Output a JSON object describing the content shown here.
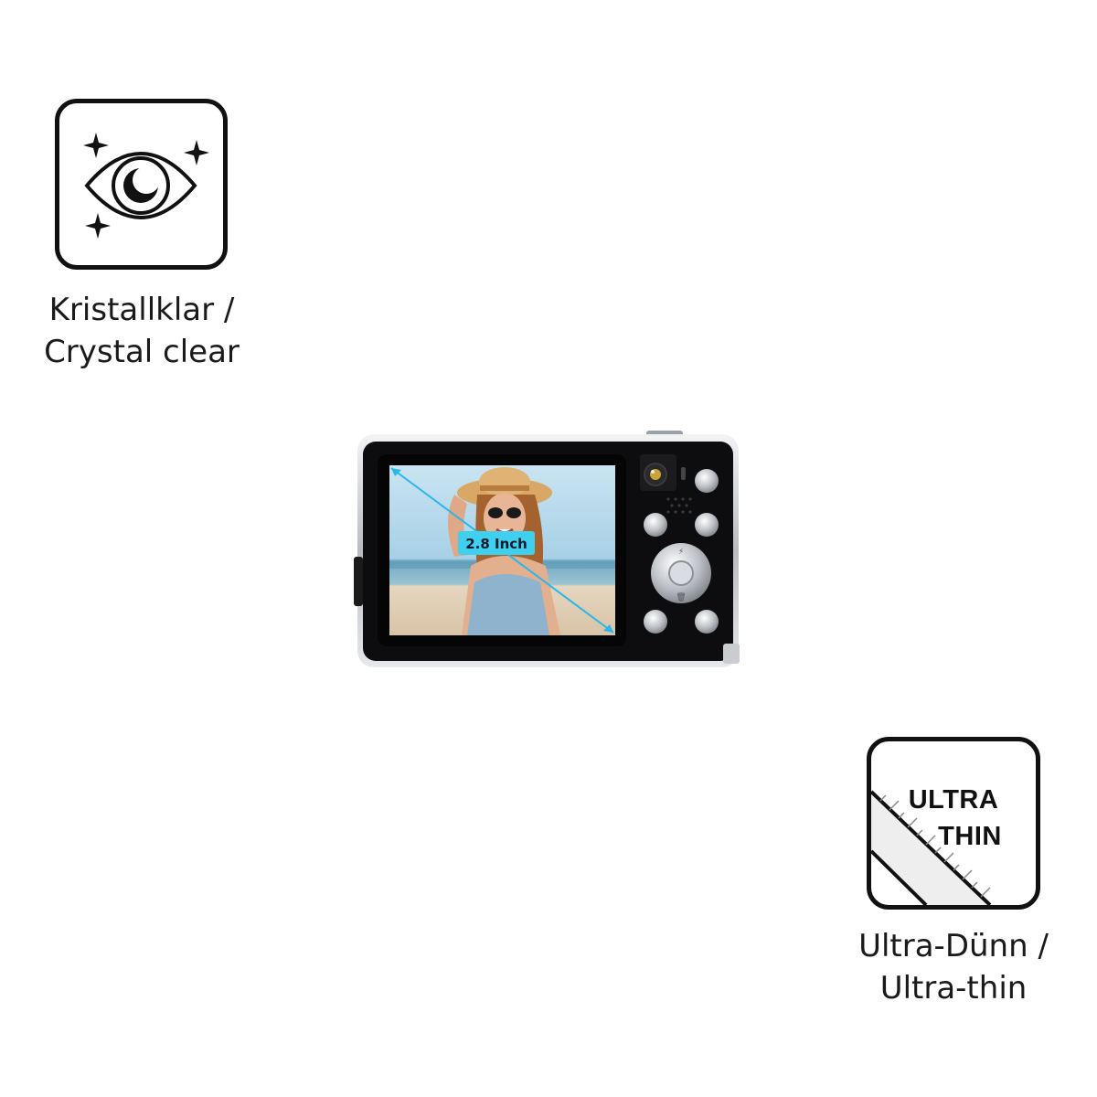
{
  "features": {
    "clear": {
      "icon": "sparkle-eye-icon",
      "caption_line1": "Kristallklar /",
      "caption_line2": "Crystal clear"
    },
    "thin": {
      "icon": "ruler-edge-icon",
      "badge_line1": "ULTRA",
      "badge_line2": "THIN",
      "caption_line1": "Ultra-Dünn /",
      "caption_line2": "Ultra-thin"
    }
  },
  "camera": {
    "screen_size_label": "2.8 Inch",
    "colors": {
      "body": "#0d0d0f",
      "trim": "#c9ccd1",
      "label_bg": "#3fd0f0",
      "measure_line": "#29b6e8"
    }
  }
}
